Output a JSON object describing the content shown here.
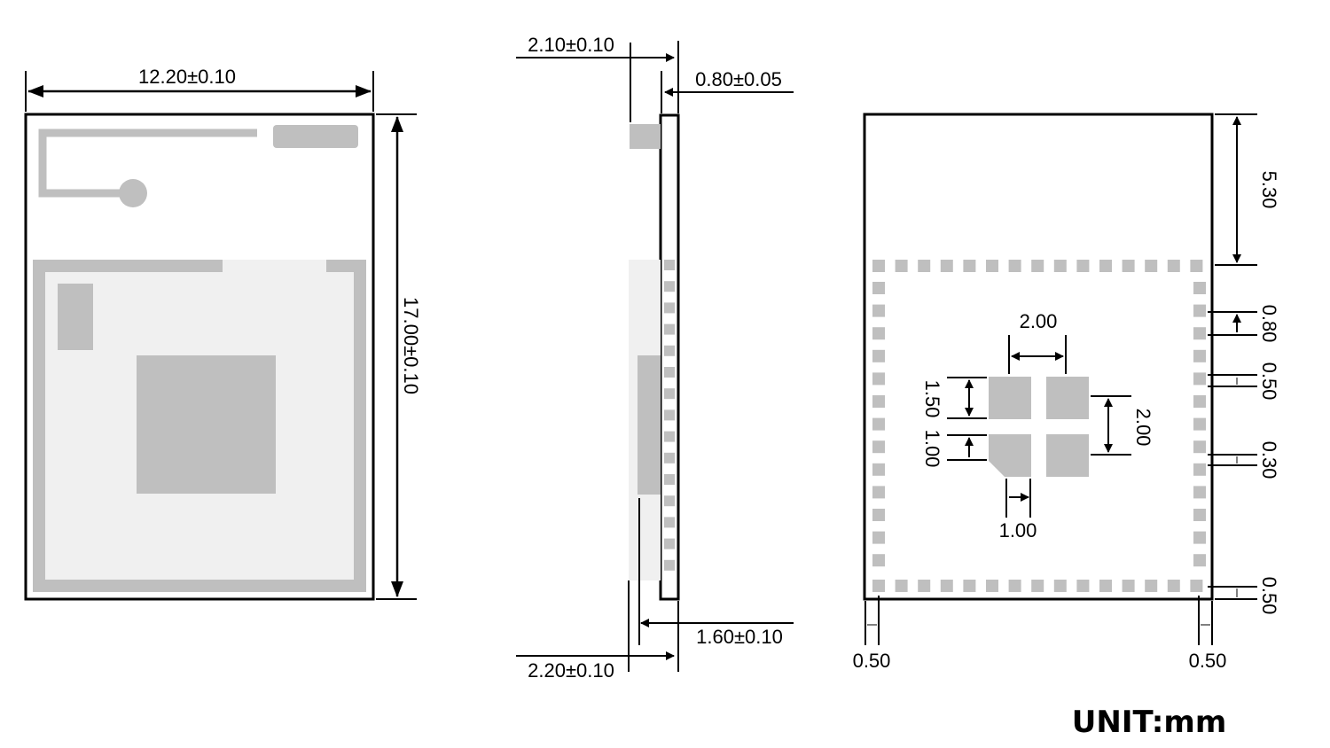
{
  "top_view": {
    "width_label": "12.20±0.10",
    "height_label": "17.00±0.10"
  },
  "side_view": {
    "top_offset_label": "2.10±0.10",
    "board_thickness_label": "0.80±0.05",
    "bottom_thickness_label": "1.60±0.10",
    "bottom_offset_label": "2.20±0.10"
  },
  "bottom_view": {
    "top_keepout_label": "5.30",
    "pad_pitch_label": "0.80",
    "pad_width_label": "0.50",
    "pad_gap_label": "0.30",
    "edge_bottom_label": "0.50",
    "edge_left_label": "0.50",
    "edge_right_label": "0.50",
    "center_pad_width_label": "2.00",
    "center_pad_height_label": "2.00",
    "center_pad_size_label": "1.50",
    "center_pad_gap_label": "1.00",
    "center_pad_bottom_label": "1.00"
  },
  "unit_label": "UNIT:mm",
  "colors": {
    "pad": "#bfbfbf",
    "light": "#f0f0f0",
    "line": "#000000"
  }
}
